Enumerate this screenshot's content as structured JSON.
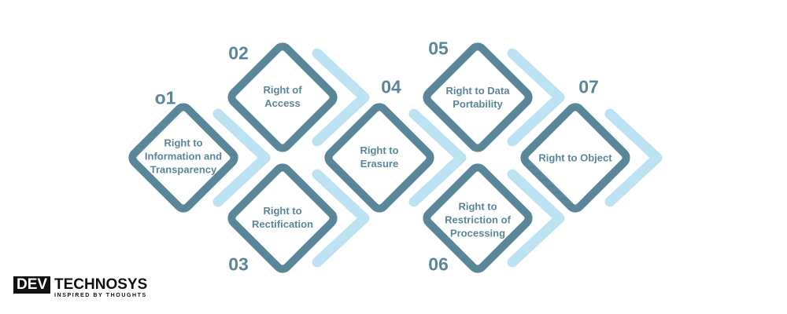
{
  "colors": {
    "diamond": "#5a8699",
    "chevron": "#bde3f3",
    "text": "#5a8699"
  },
  "steps": [
    {
      "number": "o1",
      "label": "Right to Information and Transparency"
    },
    {
      "number": "02",
      "label": "Right of Access"
    },
    {
      "number": "03",
      "label": "Right to Rectification"
    },
    {
      "number": "04",
      "label": "Right to Erasure"
    },
    {
      "number": "05",
      "label": "Right to Data Portability"
    },
    {
      "number": "06",
      "label": "Right to Restriction of Processing"
    },
    {
      "number": "07",
      "label": "Right to Object"
    }
  ],
  "logo": {
    "brand_dev": "DEV",
    "brand_rest": "TECHNOSYS",
    "tagline": "INSPIRED BY THOUGHTS"
  }
}
